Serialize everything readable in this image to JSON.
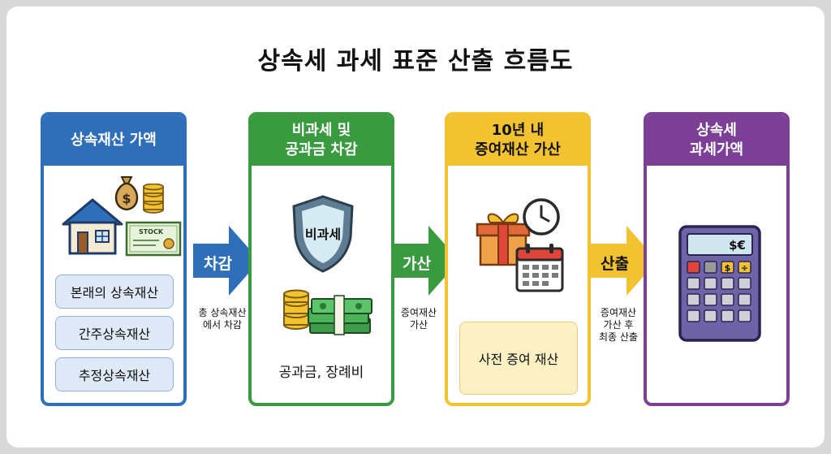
{
  "title": "상속세 과세 표준 산출 흐름도",
  "colors": {
    "blue": "#2f6fba",
    "green": "#3a9a3f",
    "yellow": "#f2c230",
    "purple": "#7b3f95"
  },
  "steps": [
    {
      "header": "상속재산 가액",
      "icons": [
        "house-icon",
        "money-bag-icon",
        "coin-stack-icon",
        "stock-certificate-icon"
      ],
      "stock_label": "STOCK",
      "items": [
        "본래의 상속재산",
        "간주상속재산",
        "추정상속재산"
      ]
    },
    {
      "header": "비과세 및\n공과금 차감",
      "icons": [
        "shield-icon",
        "cash-stack-icon",
        "coin-stack-icon"
      ],
      "shield_label": "비과세",
      "caption": "공과금, 장례비"
    },
    {
      "header": "10년 내\n증여재산 가산",
      "icons": [
        "gift-box-icon",
        "clock-icon",
        "calendar-icon"
      ],
      "box": "사전 증여 재산"
    },
    {
      "header": "상속세\n과세가액",
      "icons": [
        "calculator-icon"
      ],
      "calc_display": "$€",
      "calc_keys": [
        "$",
        "÷"
      ]
    }
  ],
  "arrows": [
    {
      "label": "차감",
      "note": "총 상속재산\n에서 차감"
    },
    {
      "label": "가산",
      "note": "증여재산\n가산"
    },
    {
      "label": "산출",
      "note": "증여재산\n가산 후\n최종 산출"
    }
  ]
}
